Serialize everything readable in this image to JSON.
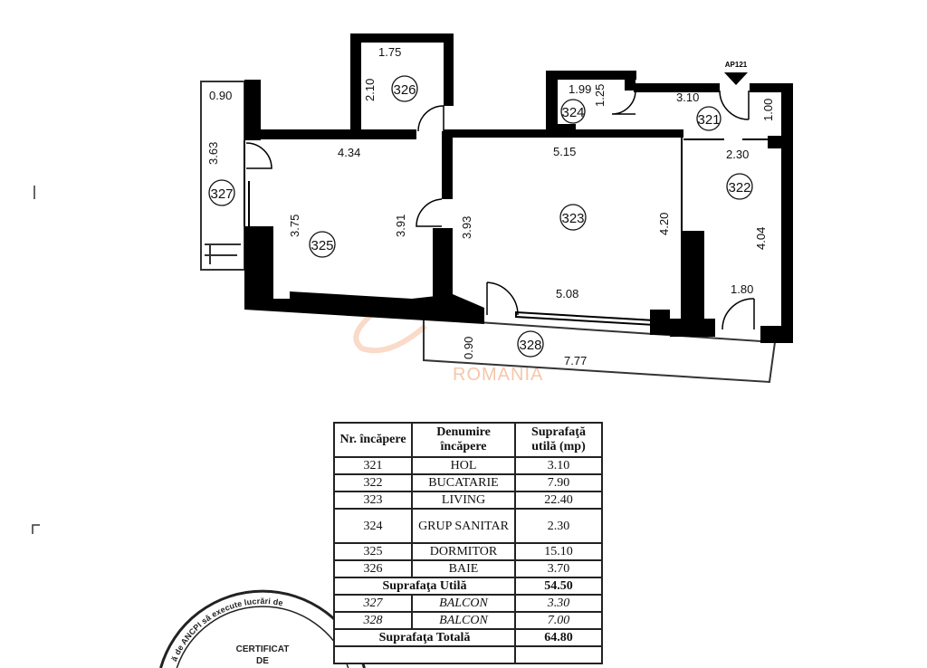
{
  "plan": {
    "entrance_label": "AP121",
    "rooms": {
      "r321": "321",
      "r322": "322",
      "r323": "323",
      "r324": "324",
      "r325": "325",
      "r326": "326",
      "r327": "327",
      "r328": "328"
    },
    "dimensions": {
      "d326_w": "1.75",
      "d326_h": "2.10",
      "d327_w": "0.90",
      "d327_h": "3.63",
      "d325_w": "4.34",
      "d325_h1": "3.75",
      "d325_h2": "3.91",
      "d323_top": "5.15",
      "d323_left": "3.93",
      "d323_right": "4.20",
      "d323_bottom": "5.08",
      "d324_w": "1.99",
      "d324_h": "1.25",
      "d321_w": "3.10",
      "d321_h": "1.00",
      "d322_w": "2.30",
      "d322_h": "4.04",
      "d322_bottom": "1.80",
      "d328_h": "0.90",
      "d328_w": "7.77"
    },
    "watermark": "ROMANIA"
  },
  "table": {
    "headers": [
      "Nr. încăpere",
      "Denumire încăpere",
      "Suprafaţă utilă (mp)"
    ],
    "rows": [
      {
        "nr": "321",
        "name": "HOL",
        "area": "3.10"
      },
      {
        "nr": "322",
        "name": "BUCATARIE",
        "area": "7.90"
      },
      {
        "nr": "323",
        "name": "LIVING",
        "area": "22.40"
      },
      {
        "nr": "324",
        "name": "GRUP SANITAR",
        "area": "2.30"
      },
      {
        "nr": "325",
        "name": "DORMITOR",
        "area": "15.10"
      },
      {
        "nr": "326",
        "name": "BAIE",
        "area": "3.70"
      }
    ],
    "useful_label": "Suprafaţa Utilă",
    "useful_value": "54.50",
    "balconies": [
      {
        "nr": "327",
        "name": "BALCON",
        "area": "3.30"
      },
      {
        "nr": "328",
        "name": "BALCON",
        "area": "7.00"
      }
    ],
    "total_label": "Suprafaţa Totală",
    "total_value": "64.80"
  },
  "stamp": {
    "arc_text": "ă de ANCPI să execute lucrări de",
    "line1": "CERTIFICAT",
    "line2": "DE"
  }
}
